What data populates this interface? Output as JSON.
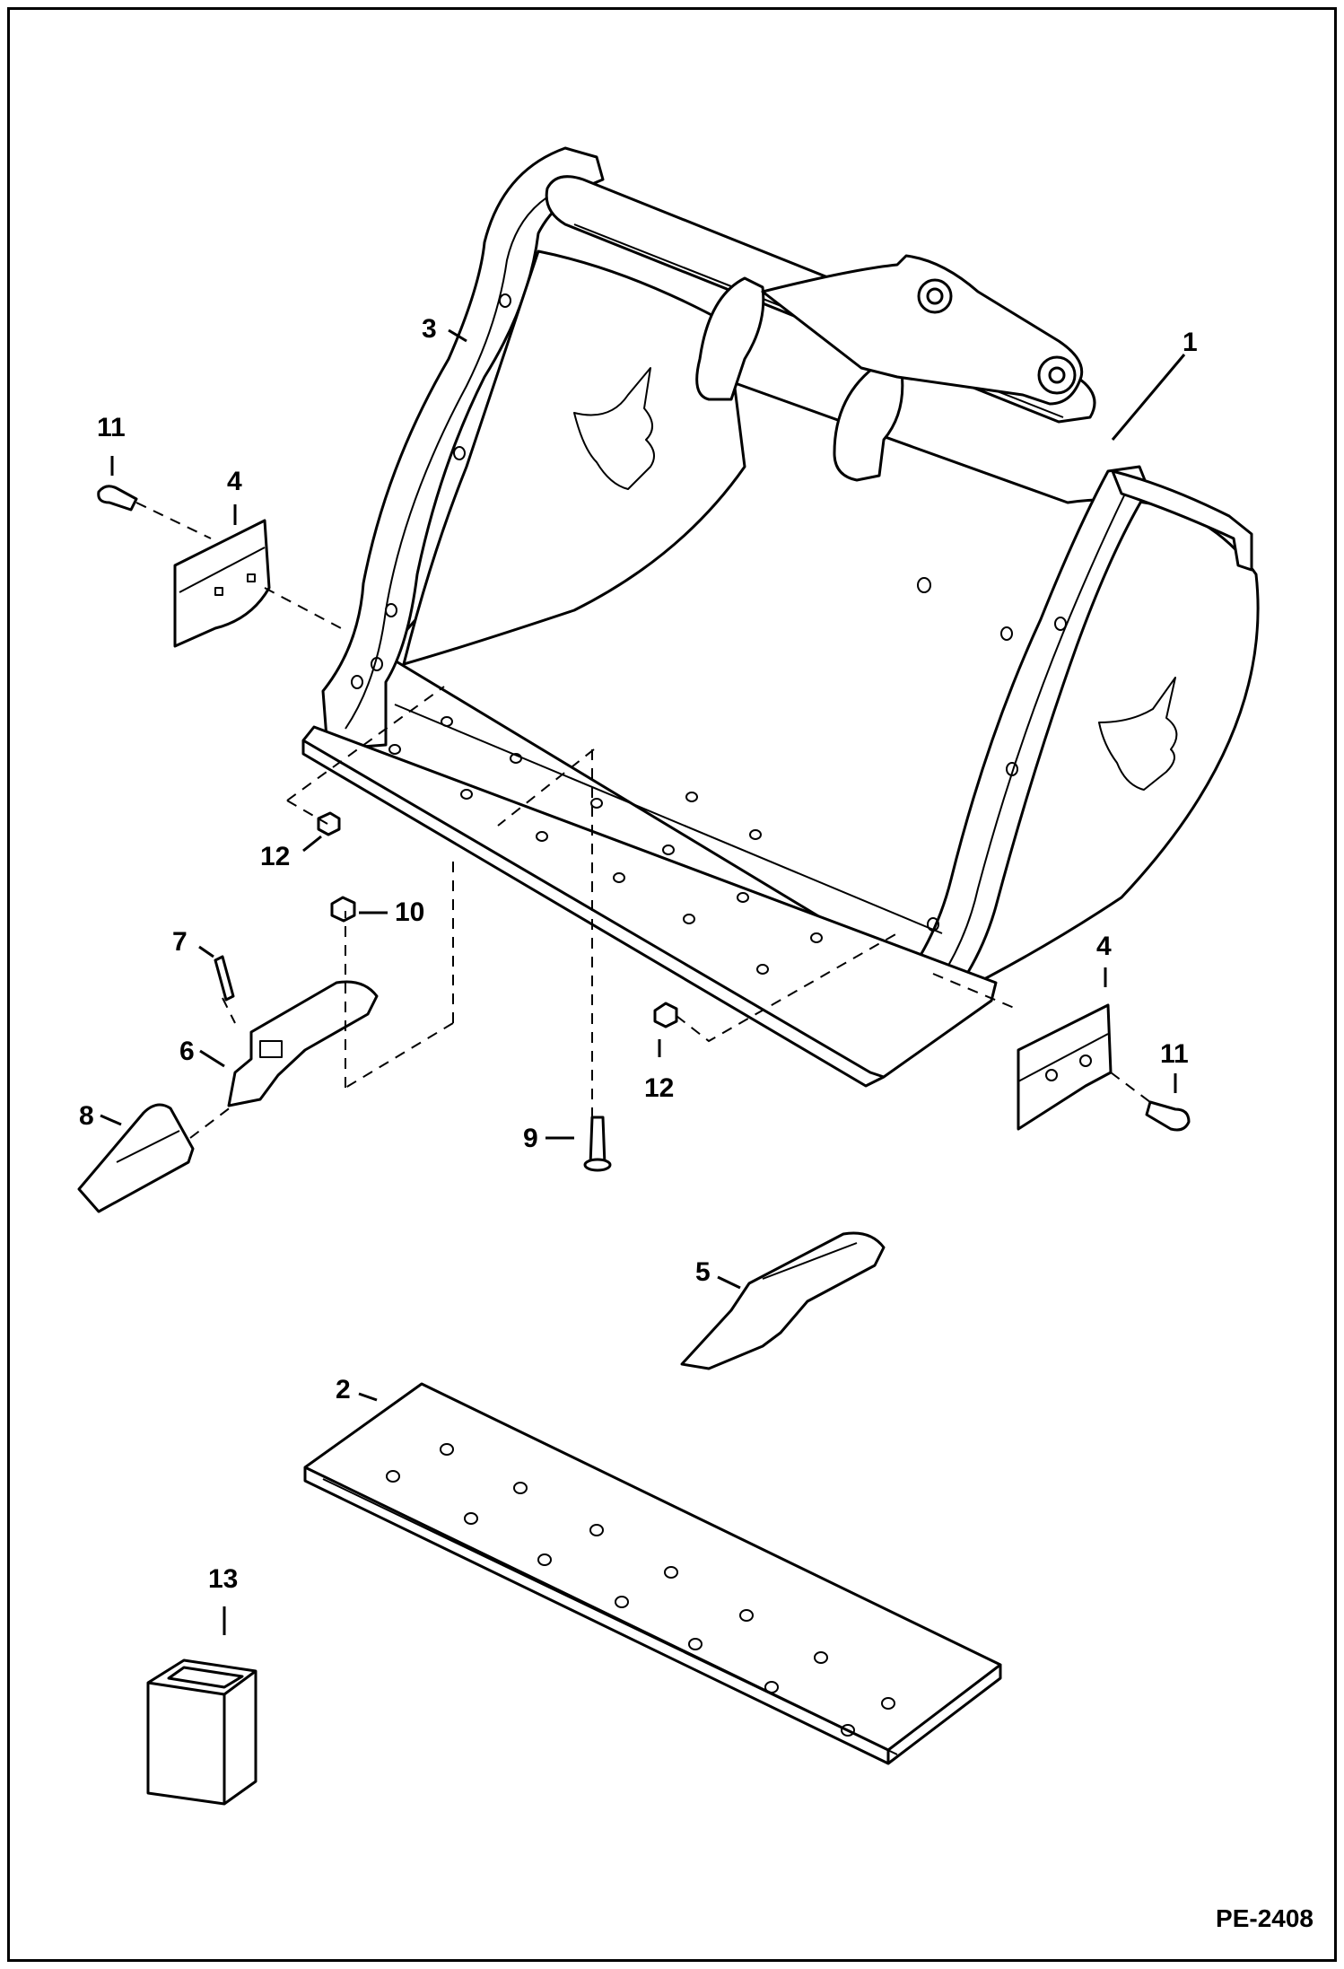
{
  "diagram": {
    "reference_code": "PE-2408",
    "callouts": [
      {
        "id": "1",
        "label": "1"
      },
      {
        "id": "2",
        "label": "2"
      },
      {
        "id": "3",
        "label": "3"
      },
      {
        "id": "4a",
        "label": "4"
      },
      {
        "id": "4b",
        "label": "4"
      },
      {
        "id": "5",
        "label": "5"
      },
      {
        "id": "6",
        "label": "6"
      },
      {
        "id": "7",
        "label": "7"
      },
      {
        "id": "8",
        "label": "8"
      },
      {
        "id": "9",
        "label": "9"
      },
      {
        "id": "10",
        "label": "10"
      },
      {
        "id": "11a",
        "label": "11"
      },
      {
        "id": "11b",
        "label": "11"
      },
      {
        "id": "12a",
        "label": "12"
      },
      {
        "id": "12b",
        "label": "12"
      },
      {
        "id": "13",
        "label": "13"
      }
    ],
    "parts": [
      "bucket-assembly",
      "cutting-edge",
      "side-plate",
      "side-cutter",
      "tooth-shank",
      "tooth-adapter",
      "roll-pin",
      "tooth-tip",
      "plow-bolt",
      "nut",
      "bolt",
      "nut",
      "touch-up-paint"
    ],
    "colors": {
      "line": "#000000",
      "fill": "#ffffff"
    }
  }
}
